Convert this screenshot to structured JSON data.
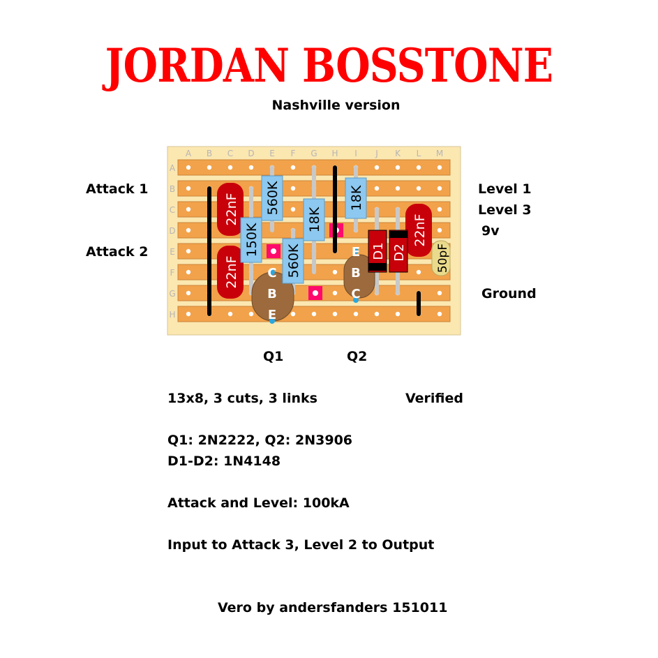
{
  "title": "JORDAN BOSSTONE",
  "subtitle": "Nashville version",
  "board": {
    "columns": [
      "A",
      "B",
      "C",
      "D",
      "E",
      "F",
      "G",
      "H",
      "I",
      "J",
      "K",
      "L",
      "M"
    ],
    "rows": [
      "A",
      "B",
      "C",
      "D",
      "E",
      "F",
      "G",
      "H"
    ],
    "colors": {
      "board": "#fbe7b0",
      "strip": "#f2a24a",
      "hole": "#ffffff",
      "cut": "#ff0a6c",
      "resistor": "#8cc8ef",
      "capacitor": "#c8000a",
      "film_cap": "#eadb8c",
      "transistor": "#9c6a3c",
      "diode": "#c8000a",
      "link": "#000000",
      "lead": "#c8c8c8"
    }
  },
  "off_board_labels": {
    "attack_1": "Attack 1",
    "attack_2": "Attack 2",
    "level_1": "Level 1",
    "level_3": "Level 3",
    "supply": "9v",
    "ground": "Ground"
  },
  "components": {
    "r_560k_1": "560K",
    "r_560k_2": "560K",
    "r_150k": "150K",
    "r_18k_1": "18K",
    "r_18k_2": "18K",
    "c_22nf_1": "22nF",
    "c_22nf_2": "22nF",
    "c_22nf_3": "22nF",
    "c_50pf": "50pF",
    "d1": "D1",
    "d2": "D2",
    "q1_c": "C",
    "q1_b": "B",
    "q1_e": "E",
    "q2_e": "E",
    "q2_b": "B",
    "q2_c": "C"
  },
  "transistor_labels": {
    "q1": "Q1",
    "q2": "Q2"
  },
  "notes": {
    "size": "13x8, 3 cuts, 3 links",
    "status": "Verified",
    "transistors": "Q1: 2N2222, Q2: 2N3906",
    "diodes": "D1-D2: 1N4148",
    "pots": "Attack and Level: 100kA",
    "io": "Input to Attack 3, Level 2 to Output",
    "credit": "Vero by andersfanders 151011"
  }
}
